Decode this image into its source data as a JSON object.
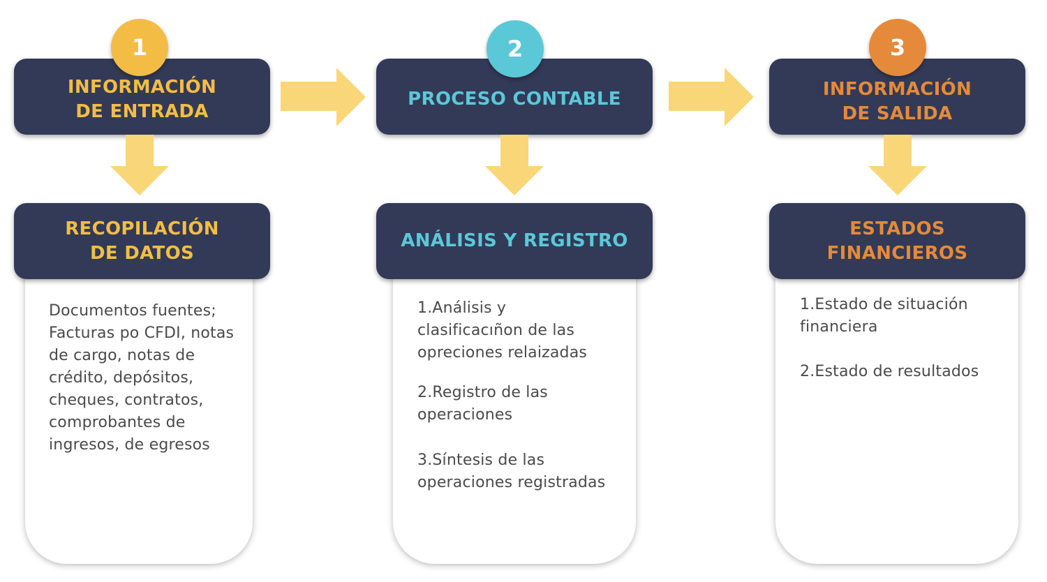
{
  "colors": {
    "header_bg": "#323a57",
    "step1": "#f3bd45",
    "step2": "#5bc8d8",
    "step3": "#e58a3a",
    "arrow": "#f9d678",
    "body_text": "#4a4a4a"
  },
  "steps": [
    {
      "number": "1",
      "title_line1": "INFORMACIÓN",
      "title_line2": "DE ENTRADA",
      "sub_line1": "RECOPILACIÓN",
      "sub_line2": "DE DATOS",
      "items": [
        "Documentos fuentes; Facturas po CFDI, notas de cargo, notas de crédito, depósitos, cheques, contratos, comprobantes de ingresos, de egresos"
      ]
    },
    {
      "number": "2",
      "title_line1": "PROCESO CONTABLE",
      "sub_line1": "ANÁLISIS Y REGISTRO",
      "items": [
        "1.Análisis y clasificacıñon de las opreciones relaizadas",
        "2.Registro de las operaciones",
        "3.Síntesis de las operaciones registradas"
      ]
    },
    {
      "number": "3",
      "title_line1": "INFORMACIÓN",
      "title_line2": "DE SALIDA",
      "sub_line1": "ESTADOS",
      "sub_line2": "FINANCIEROS",
      "items": [
        "1.Estado de situación financiera",
        "2.Estado de resultados"
      ]
    }
  ]
}
